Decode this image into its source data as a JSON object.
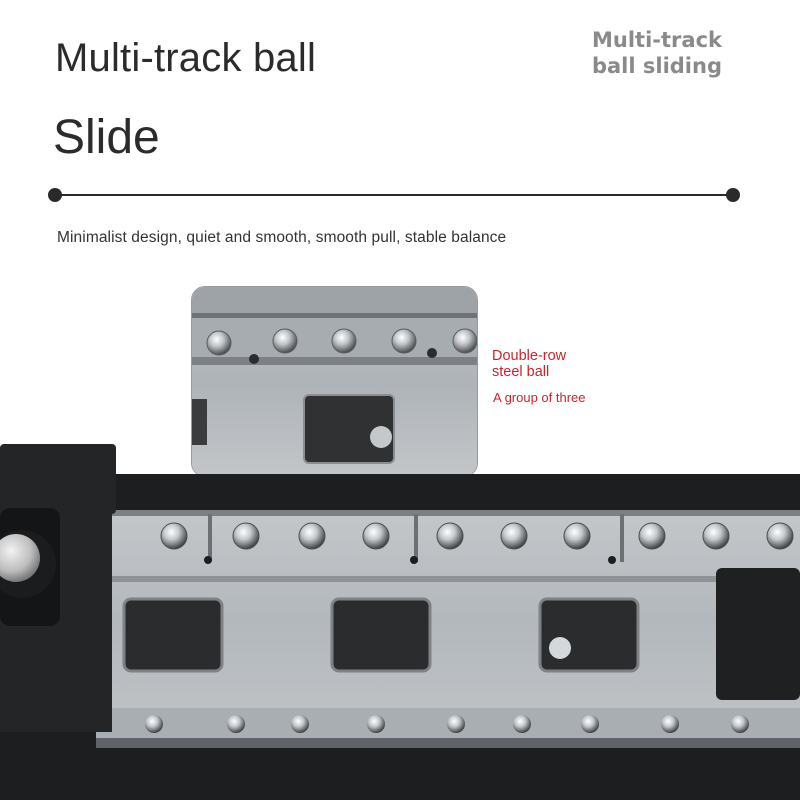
{
  "header": {
    "title": "Multi-track ball",
    "subtitle": "Slide",
    "side_label_line1": "Multi-track",
    "side_label_line2": "ball sliding"
  },
  "tagline": "Minimalist design, quiet and smooth, smooth pull, stable balance",
  "callouts": {
    "ball_line1": "Double-row",
    "ball_line2": "steel ball",
    "group": "A group of three"
  },
  "colors": {
    "text_dark": "#2b2b2b",
    "side_label": "#8a8a8a",
    "callout_red": "#c4262e",
    "steel": "#b8bcc0",
    "rail_black": "#1c1e20"
  }
}
